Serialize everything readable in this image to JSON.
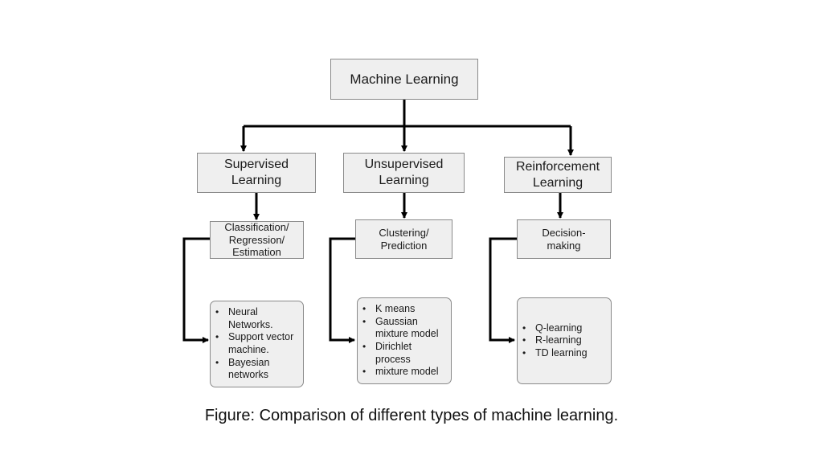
{
  "root": {
    "label": "Machine Learning"
  },
  "categories": [
    {
      "label": "Supervised\nLearning",
      "task": "Classification/\nRegression/\nEstimation",
      "methods": [
        "Neural\nNetworks.",
        "Support vector\nmachine.",
        "Bayesian\nnetworks"
      ]
    },
    {
      "label": "Unsupervised\nLearning",
      "task": "Clustering/\nPrediction",
      "methods": [
        "K means",
        "Gaussian\nmixture model",
        "Dirichlet\nprocess",
        "mixture model"
      ]
    },
    {
      "label": "Reinforcement\nLearning",
      "task": "Decision-\nmaking",
      "methods": [
        "Q-learning",
        "R-learning",
        "TD learning"
      ]
    }
  ],
  "caption": "Figure: Comparison of different types of machine learning."
}
